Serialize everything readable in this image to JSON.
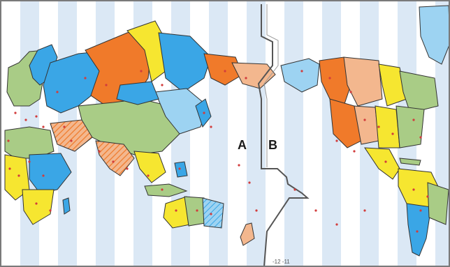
{
  "map": {
    "labels": {
      "left_of_date_line": "A",
      "right_of_date_line": "B"
    },
    "bottom_note": "-12  -11",
    "colors": {
      "band": "#dbe8f5",
      "blue": "#3aa6e6",
      "light_blue": "#9dd3f2",
      "yellow": "#f6e630",
      "orange": "#f07a2a",
      "salmon": "#f3b78e",
      "green": "#a9cc86",
      "ocean": "#ffffff",
      "city": "#d23c3c",
      "date_line": "#555555"
    }
  }
}
